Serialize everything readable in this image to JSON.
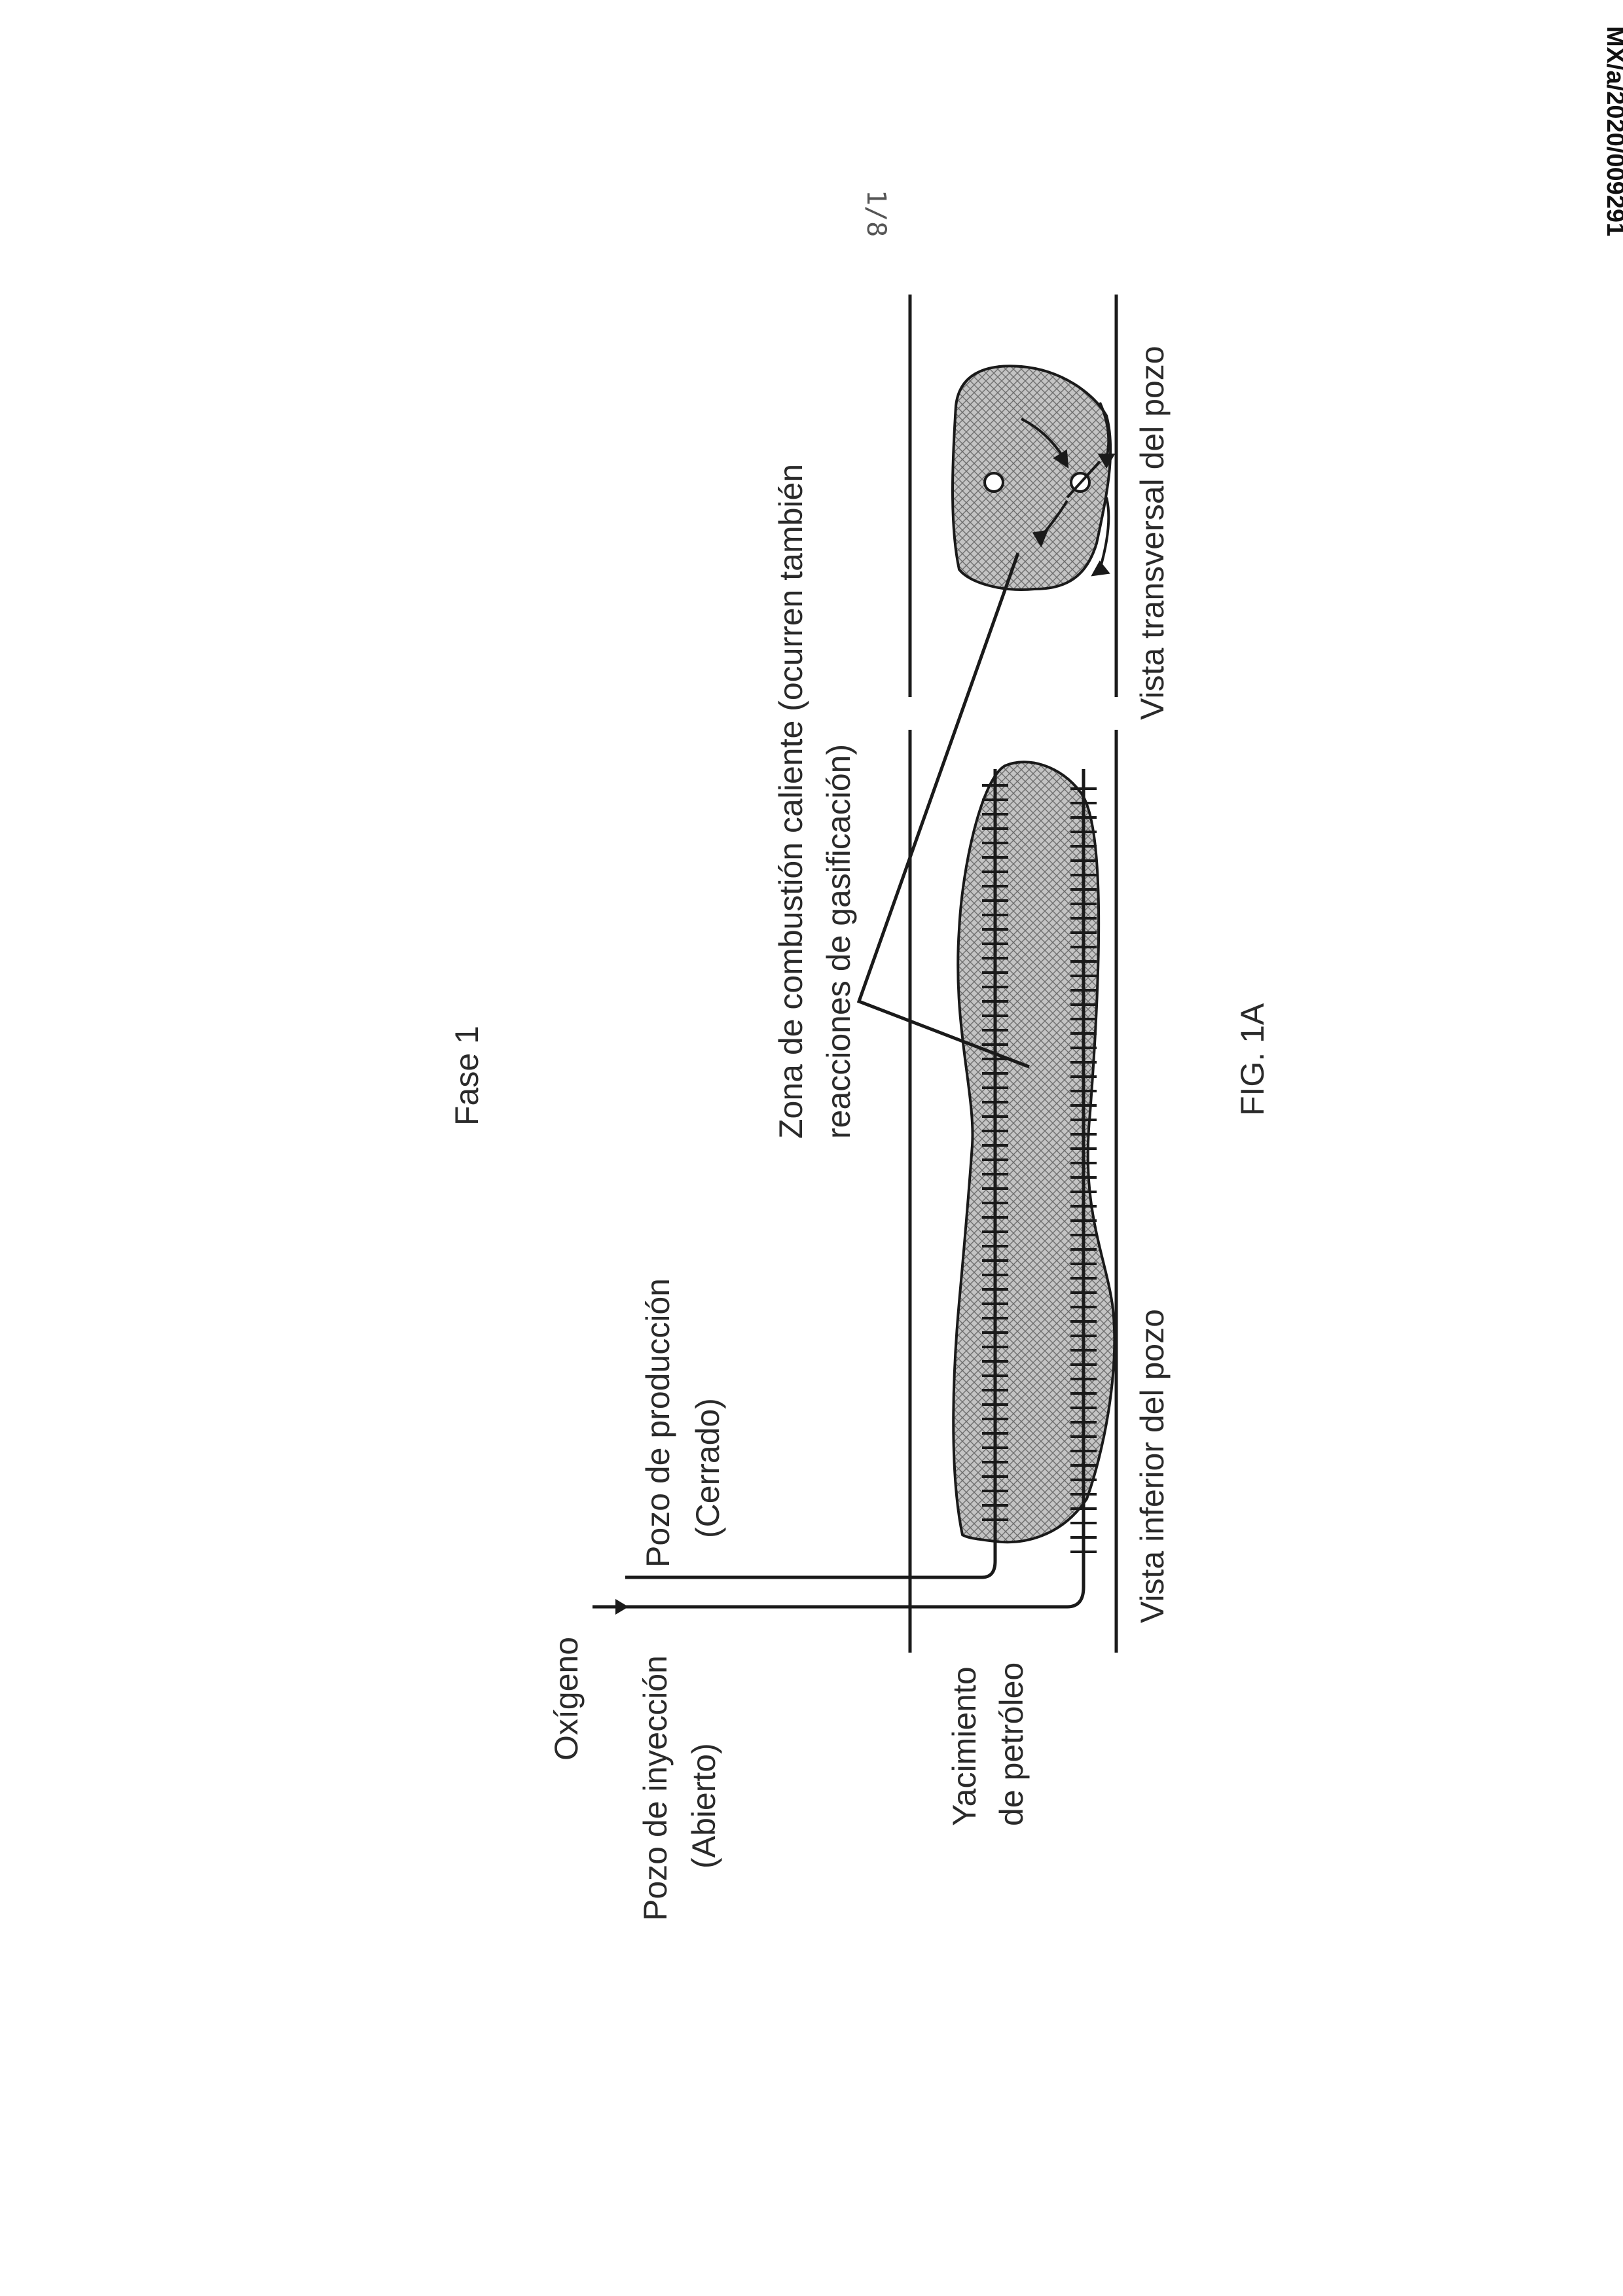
{
  "document": {
    "publication_number": "MX/a/2020/009291",
    "page_indicator": "1/8"
  },
  "figure": {
    "phase_title": "Fase 1",
    "caption": "FIG. 1A",
    "labels": {
      "oxygen": "Oxígeno",
      "injection_well_line1": "Pozo de inyección",
      "injection_well_line2": "(Abierto)",
      "production_well_line1": "Pozo de producción",
      "production_well_line2": "(Cerrado)",
      "reservoir_line1": "Yacimiento",
      "reservoir_line2": "de petróleo",
      "combustion_zone_line1": "Zona de combustión caliente (ocurren también",
      "combustion_zone_line2": "reacciones de gasificación)",
      "bottom_view": "Vista inferior del pozo",
      "cross_section_view": "Vista transversal del pozo"
    }
  },
  "colors": {
    "ink": "#1a1a1a",
    "zone_fill": "#b9b9b9"
  }
}
